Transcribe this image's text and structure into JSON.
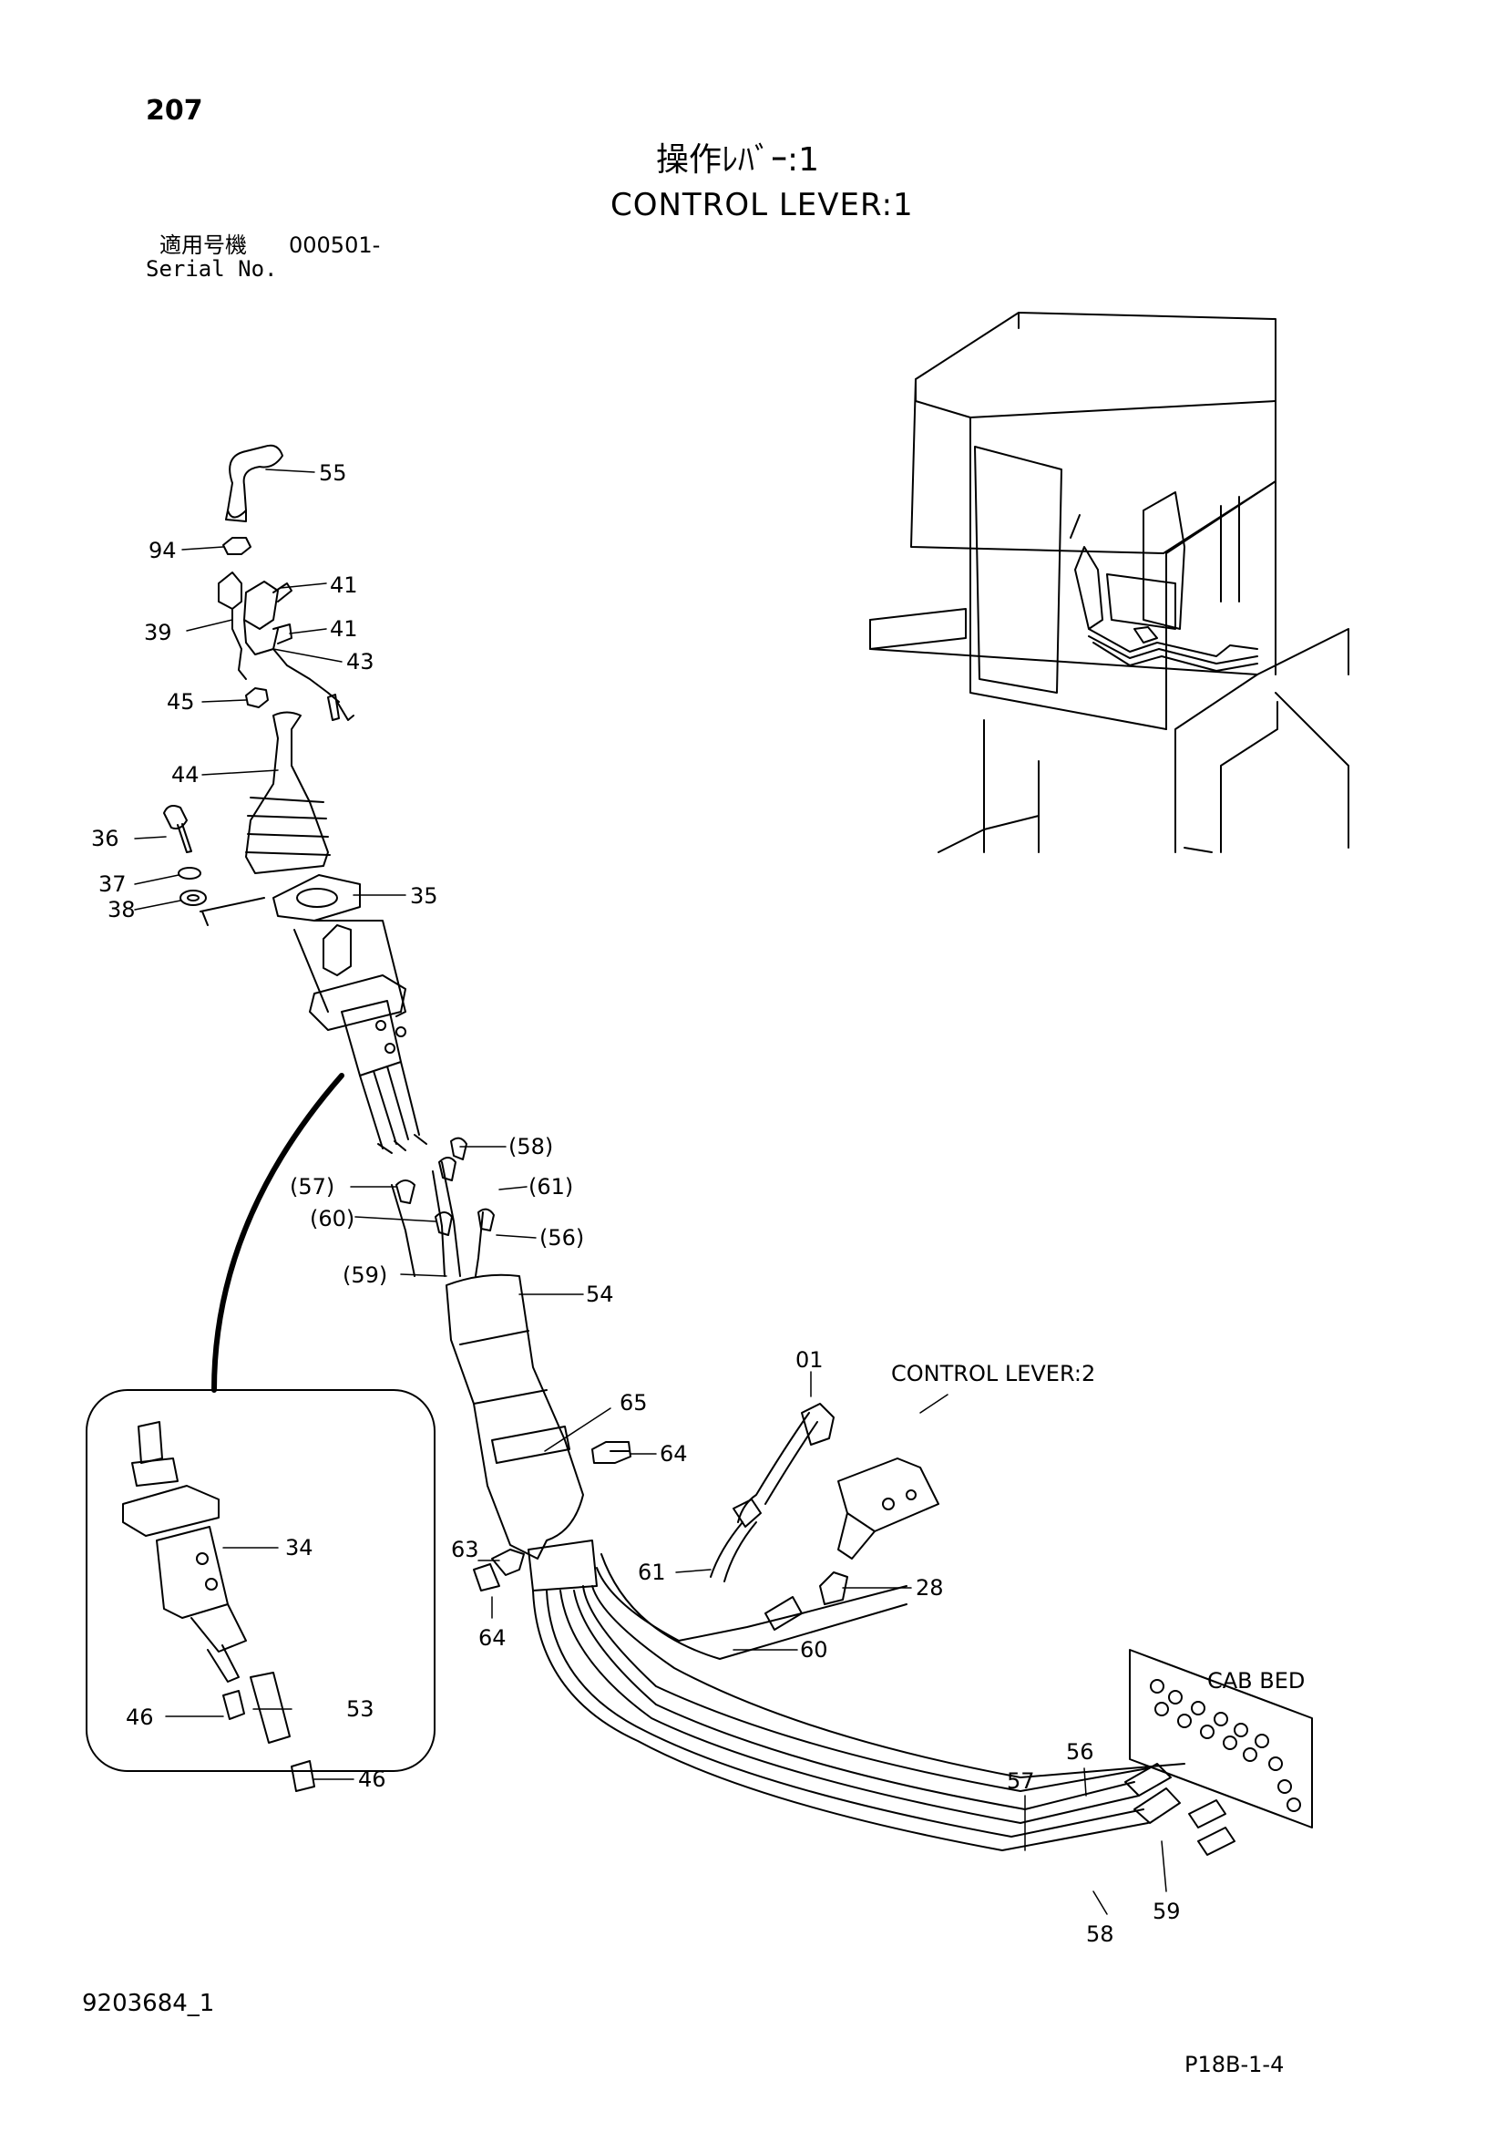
{
  "header": {
    "page_number": "207",
    "title_jp": "操作ﾚﾊﾞｰ:1",
    "title_en": "CONTROL LEVER:1",
    "serial_label_jp": "適用号機",
    "serial_value": "000501-",
    "serial_label_en": "Serial No."
  },
  "callouts": {
    "p55": "55",
    "p94": "94",
    "p41a": "41",
    "p39": "39",
    "p41b": "41",
    "p43": "43",
    "p45": "45",
    "p44": "44",
    "p36": "36",
    "p37": "37",
    "p38": "38",
    "p35": "35",
    "p58p": "(58)",
    "p57p": "(57)",
    "p61p": "(61)",
    "p60p": "(60)",
    "p56p": "(56)",
    "p59p": "(59)",
    "p54": "54",
    "p01": "01",
    "p65": "65",
    "p64a": "64",
    "p34": "34",
    "p63": "63",
    "p61": "61",
    "p28": "28",
    "p64b": "64",
    "p60": "60",
    "p53": "53",
    "p46a": "46",
    "p46b": "46",
    "p56": "56",
    "p57": "57",
    "p59": "59",
    "p58": "58"
  },
  "references": {
    "control_lever_2": "CONTROL LEVER:2",
    "cab_bed": "CAB BED"
  },
  "footer": {
    "doc_code": "9203684_1",
    "page_ref": "P18B-1-4"
  }
}
